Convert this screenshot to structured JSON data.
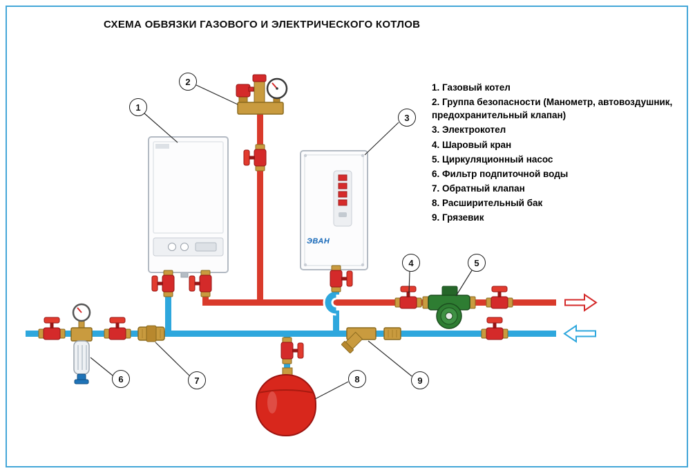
{
  "title": "СХЕМА ОБВЯЗКИ ГАЗОВОГО И ЭЛЕКТРИЧЕСКОГО КОТЛОВ",
  "legend": {
    "items": [
      "1. Газовый котел",
      "2. Группа безопасности (Манометр, автовоздушник, предохранительный клапан)",
      "3. Электрокотел",
      "4. Шаровый кран",
      "5. Циркуляционный насос",
      "6. Фильтр подпиточной воды",
      "7. Обратный клапан",
      "8. Расширительный бак",
      "9. Грязевик"
    ]
  },
  "callouts": [
    "1",
    "2",
    "3",
    "4",
    "5",
    "6",
    "7",
    "8",
    "9"
  ],
  "devices": {
    "electric_boiler_brand": "ЭВАН"
  },
  "flow_arrows": {
    "supply_direction": "right",
    "return_direction": "left"
  },
  "colors": {
    "supply_pipe_red": "#d93a2b",
    "return_pipe_blue": "#2ea7dd",
    "brass": "#c99b3f",
    "valve_red": "#d42a2a",
    "pump_green": "#2e7d32",
    "tank_red": "#d8271c",
    "frame_blue": "#43a6d8"
  }
}
